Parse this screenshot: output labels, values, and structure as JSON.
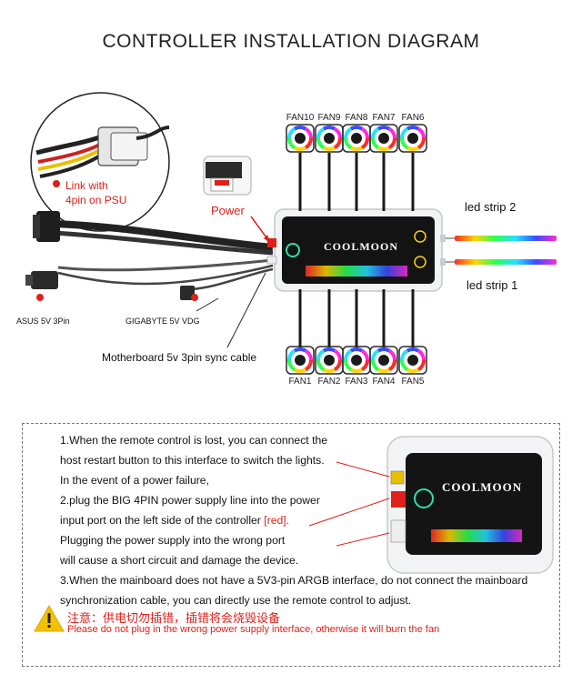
{
  "title": "CONTROLLER INSTALLATION DIAGRAM",
  "labels": {
    "link_psu_line1": "Link with",
    "link_psu_line2": "4pin on PSU",
    "power": "Power",
    "asus": "ASUS 5V 3Pin",
    "gigabyte": "GIGABYTE 5V  VDG",
    "motherboard": "Motherboard 5v 3pin sync cable",
    "led_strip_2": "led strip 2",
    "led_strip_1": "led strip 1",
    "brand": "COOLMOON"
  },
  "fans_top": [
    "FAN10",
    "FAN9",
    "FAN8",
    "FAN7",
    "FAN6"
  ],
  "fans_bottom": [
    "FAN1",
    "FAN2",
    "FAN3",
    "FAN4",
    "FAN5"
  ],
  "notes": {
    "line1": "1.When the remote control is lost, you can connect the",
    "line2": "host restart button to this interface to switch the lights.",
    "line3": "In the event of a power failure,",
    "line4": "2.plug the BIG 4PIN power supply line into the power",
    "line5_main": "input port on the left side of the controller ",
    "line5_red": "[red].",
    "line6": "Plugging the power supply into the wrong port",
    "line7": "will cause a short circuit and damage the device.",
    "line8": "3.When the mainboard does not have a 5V3-pin ARGB interface, do not connect the mainboard",
    "line9": "synchronization cable, you can directly use the remote control to adjust."
  },
  "warning": {
    "chinese": "注意：供电切勿插错，插错将会烧毁设备",
    "english": "Please do not plug in the wrong power supply interface, otherwise it will burn the fan"
  },
  "colors": {
    "accent_red": "#e0201a",
    "warning_yellow": "#f2c200"
  }
}
